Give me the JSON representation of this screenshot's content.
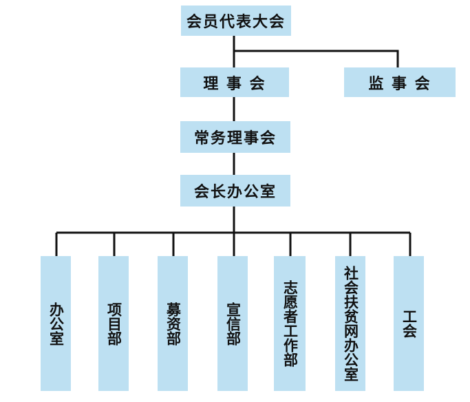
{
  "org_chart": {
    "top": "会员代表大会",
    "board": "理 事 会",
    "supervisory": "监 事 会",
    "standing_board": "常务理事会",
    "president_office": "会长办公室",
    "departments": [
      "办公室",
      "项目部",
      "募资部",
      "宣信部",
      "志愿者工作部",
      "社会扶贫网办公室",
      "工会"
    ]
  },
  "colors": {
    "box_fill": "#bde0f2",
    "line": "#111111",
    "text": "#111111"
  }
}
